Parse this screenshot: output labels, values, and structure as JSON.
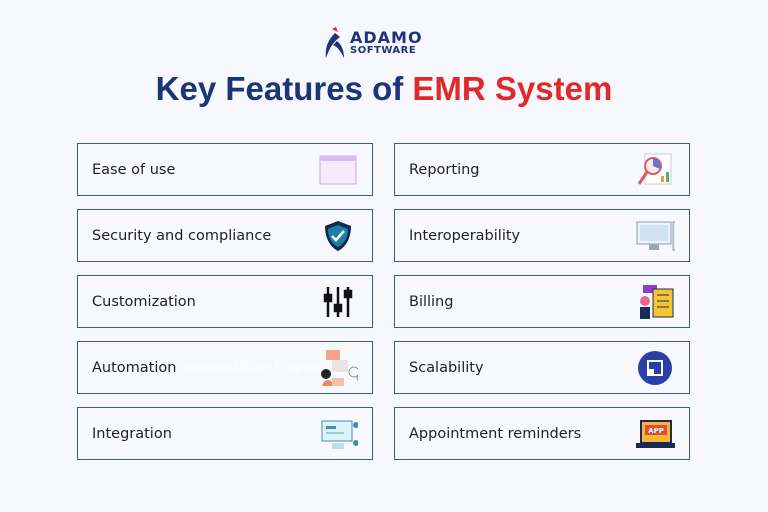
{
  "logo": {
    "line1": "ADAMO",
    "line2": "SOFTWARE"
  },
  "title": {
    "part1": "Key Features of ",
    "part2": "EMR System"
  },
  "colors": {
    "navy": "#1c3576",
    "accent": "#e02a2a",
    "border": "#3d5a8a"
  },
  "left": [
    {
      "label": "Ease of use",
      "icon": "browser-window-icon"
    },
    {
      "label": "Security and compliance",
      "icon": "shield-check-icon"
    },
    {
      "label": "Customization",
      "icon": "sliders-icon"
    },
    {
      "label": "Automation",
      "icon": "automation-illustration-icon"
    },
    {
      "label": "Integration",
      "icon": "integration-illustration-icon"
    }
  ],
  "ghost_text": "ommendation Engine",
  "right": [
    {
      "label": "Reporting",
      "icon": "report-magnifier-icon"
    },
    {
      "label": "Interoperability",
      "icon": "computer-icon"
    },
    {
      "label": "Billing",
      "icon": "billing-illustration-icon"
    },
    {
      "label": "Scalability",
      "icon": "scalability-icon"
    },
    {
      "label": "Appointment reminders",
      "icon": "app-laptop-icon",
      "icon_text": "APP"
    }
  ]
}
